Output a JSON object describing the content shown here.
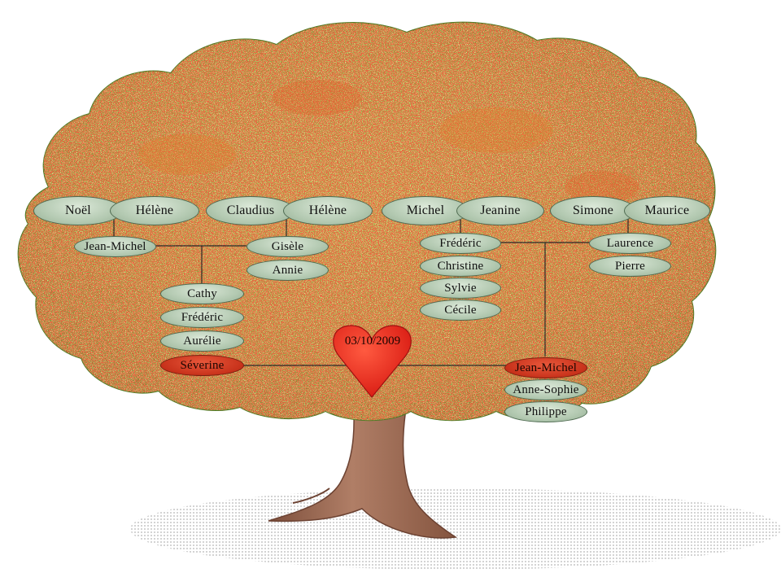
{
  "wedding_date": "03/10/2009",
  "colors": {
    "node_fill": "#b3c9b1",
    "node_highlight": "#c8321b",
    "heart": "#e1261c",
    "trunk": "#9b6a56",
    "foliage": "#7aa43a"
  },
  "people": {
    "noel": "Noël",
    "helene_1": "Hélène",
    "claudius": "Claudius",
    "helene_2": "Hélène",
    "michel": "Michel",
    "jeanine": "Jeanine",
    "simone": "Simone",
    "maurice": "Maurice",
    "jean_michel_1": "Jean-Michel",
    "gisele": "Gisèle",
    "annie": "Annie",
    "frederic_1": "Frédéric",
    "christine": "Christine",
    "sylvie": "Sylvie",
    "cecile": "Cécile",
    "laurence": "Laurence",
    "pierre": "Pierre",
    "cathy": "Cathy",
    "frederic_2": "Frédéric",
    "aurelie": "Aurélie",
    "severine": "Séverine",
    "jean_michel_2": "Jean-Michel",
    "anne_sophie": "Anne-Sophie",
    "philippe": "Philippe"
  }
}
